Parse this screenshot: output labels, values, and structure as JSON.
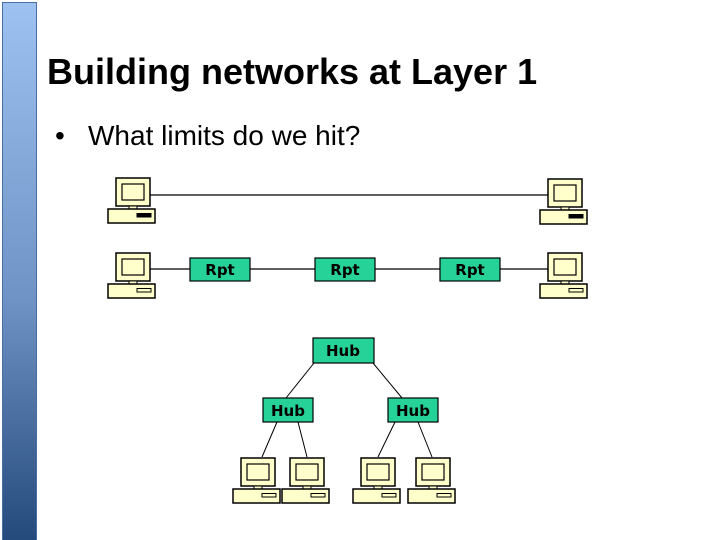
{
  "slide": {
    "title": "Building networks at Layer 1",
    "bullet": {
      "marker": "•",
      "text": "What limits do we hit?"
    }
  },
  "diagram": {
    "repeaters": [
      "Rpt",
      "Rpt",
      "Rpt"
    ],
    "hubs": [
      "Hub",
      "Hub",
      "Hub"
    ]
  },
  "colors": {
    "box_green": "#26d297",
    "computer_fill": "#ffffcc",
    "line_black": "#000000",
    "accent_bar_top": "#9dc2f1",
    "accent_bar_bottom": "#24497b"
  }
}
